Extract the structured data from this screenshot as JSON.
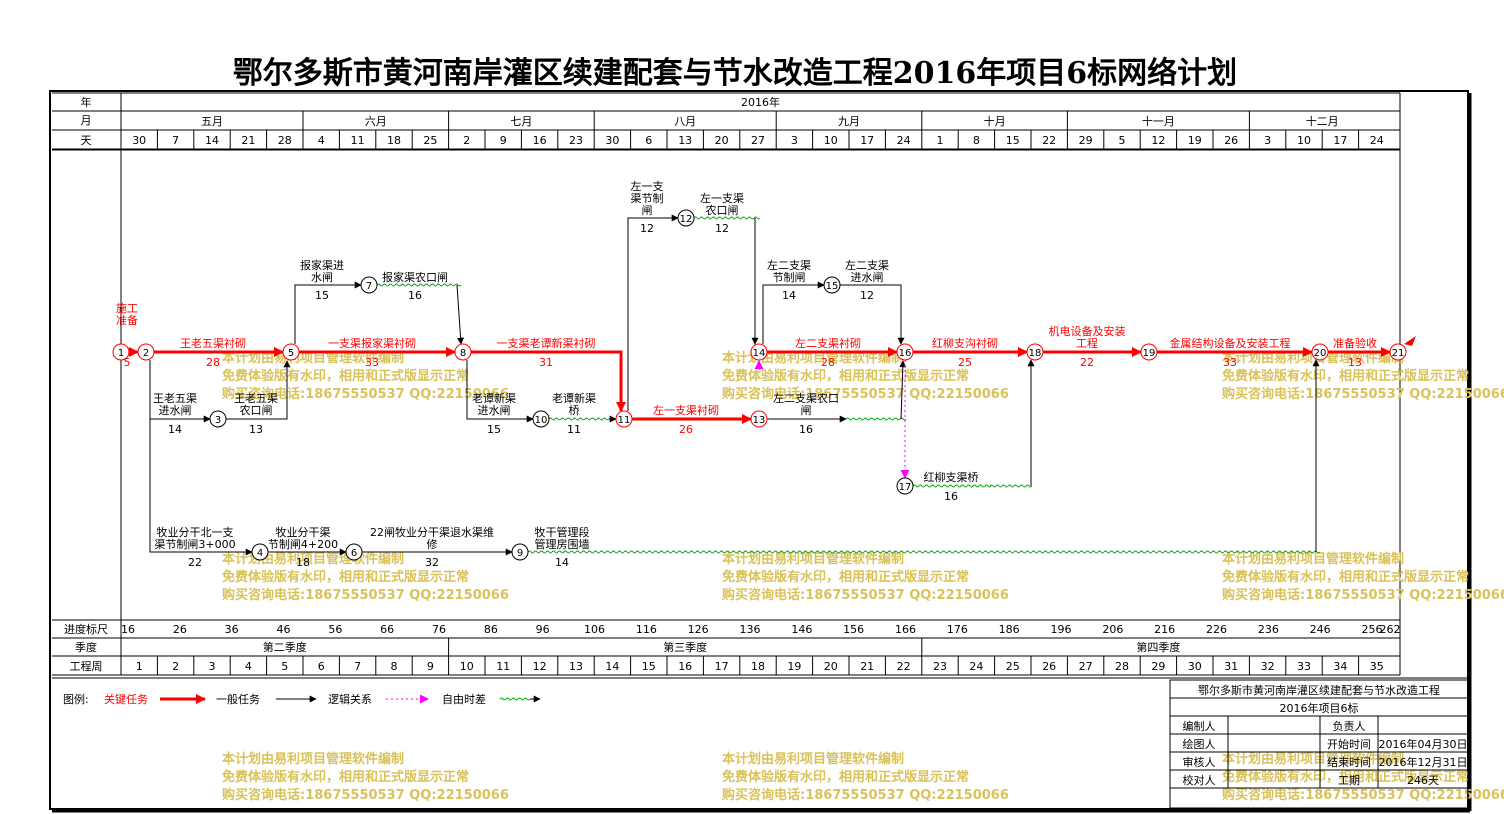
{
  "title": "鄂尔多斯市黄河南岸灌区续建配套与节水改造工程2016年项目6标网络计划",
  "header": {
    "row_labels": {
      "year": "年",
      "month": "月",
      "day": "天"
    },
    "year": "2016年",
    "months": [
      "五月",
      "六月",
      "七月",
      "八月",
      "九月",
      "十月",
      "十一月",
      "十二月"
    ],
    "days": [
      "30",
      "7",
      "14",
      "21",
      "28",
      "4",
      "11",
      "18",
      "25",
      "2",
      "9",
      "16",
      "23",
      "30",
      "6",
      "13",
      "20",
      "27",
      "3",
      "10",
      "17",
      "24",
      "1",
      "8",
      "15",
      "22",
      "29",
      "5",
      "12",
      "19",
      "26",
      "3",
      "10",
      "17",
      "24"
    ]
  },
  "footer": {
    "row_labels": {
      "progress": "进度标尺",
      "quarter": "季度",
      "week": "工程周"
    },
    "progress": [
      "16",
      "26",
      "36",
      "46",
      "56",
      "66",
      "76",
      "86",
      "96",
      "106",
      "116",
      "126",
      "136",
      "146",
      "156",
      "166",
      "176",
      "186",
      "196",
      "206",
      "216",
      "226",
      "236",
      "246",
      "256",
      "262"
    ],
    "quarters": [
      "第二季度",
      "第三季度",
      "第四季度"
    ],
    "weeks": [
      "1",
      "2",
      "3",
      "4",
      "5",
      "6",
      "7",
      "8",
      "9",
      "10",
      "11",
      "12",
      "13",
      "14",
      "15",
      "16",
      "17",
      "18",
      "19",
      "20",
      "21",
      "22",
      "23",
      "24",
      "25",
      "26",
      "27",
      "28",
      "29",
      "30",
      "31",
      "32",
      "33",
      "34",
      "35"
    ]
  },
  "nodes": [
    "1",
    "2",
    "3",
    "4",
    "5",
    "6",
    "7",
    "8",
    "9",
    "10",
    "11",
    "12",
    "13",
    "14",
    "15",
    "16",
    "17",
    "18",
    "19",
    "20",
    "21"
  ],
  "tasks": [
    {
      "name": "施工准备",
      "duration": "5"
    },
    {
      "name": "王老五渠衬砌",
      "duration": "28"
    },
    {
      "name": "一支渠报家渠衬砌",
      "duration": "33"
    },
    {
      "name": "一支渠老谭新渠衬砌",
      "duration": "31"
    },
    {
      "name": "左一支渠衬砌",
      "duration": "26"
    },
    {
      "name": "左二支渠衬砌",
      "duration": "28"
    },
    {
      "name": "红柳支沟衬砌",
      "duration": "25"
    },
    {
      "name": "机电设备及安装工程",
      "duration": "22"
    },
    {
      "name": "金属结构设备及安装工程",
      "duration": "33"
    },
    {
      "name": "准备验收",
      "duration": "13"
    },
    {
      "name": "王老五渠进水闸",
      "duration": "14"
    },
    {
      "name": "王老五渠农口闸",
      "duration": "13"
    },
    {
      "name": "报家渠进水闸",
      "duration": "15"
    },
    {
      "name": "报家渠农口闸",
      "duration": "16"
    },
    {
      "name": "老谭新渠进水闸",
      "duration": "15"
    },
    {
      "name": "老谭新渠桥",
      "duration": "11"
    },
    {
      "name": "左一支渠节制闸",
      "duration": "12"
    },
    {
      "name": "左一支渠农口闸",
      "duration": "12"
    },
    {
      "name": "左二支渠节制闸",
      "duration": "14"
    },
    {
      "name": "左二支渠进水闸",
      "duration": "12"
    },
    {
      "name": "左二支渠农口闸",
      "duration": "16"
    },
    {
      "name": "红柳支渠桥",
      "duration": "16"
    },
    {
      "name": "牧业分干北一支渠节制闸3+000",
      "duration": "22"
    },
    {
      "name": "牧业分干渠节制闸4+200",
      "duration": "18"
    },
    {
      "name": "22闸牧业分干渠退水渠维修",
      "duration": "32"
    },
    {
      "name": "牧干管理段管理房围墙",
      "duration": "14"
    }
  ],
  "legend": {
    "label": "图例:",
    "items": [
      "关键任务",
      "一般任务",
      "逻辑关系",
      "自由时差"
    ]
  },
  "info": {
    "project": "鄂尔多斯市黄河南岸灌区续建配套与节水改造工程",
    "subtitle": "2016年项目6标",
    "rows": [
      {
        "left": "编制人",
        "mid": "负责人",
        "right": ""
      },
      {
        "left": "绘图人",
        "mid": "开始时间",
        "right": "2016年04月30日"
      },
      {
        "left": "审核人",
        "mid": "结束时间",
        "right": "2016年12月31日"
      },
      {
        "left": "校对人",
        "mid": "工期",
        "right": "246天"
      }
    ]
  },
  "watermark": [
    "本计划由易利项目管理软件编制",
    "免费体验版有水印，相用和正式版显示正常",
    "购买咨询电话:18675550537 QQ:22150066"
  ],
  "colors": {
    "critical": "#ff0000",
    "normal": "#000000",
    "logic": "#ff00ff",
    "float": "#00a000",
    "watermark": "#d9c25a"
  }
}
